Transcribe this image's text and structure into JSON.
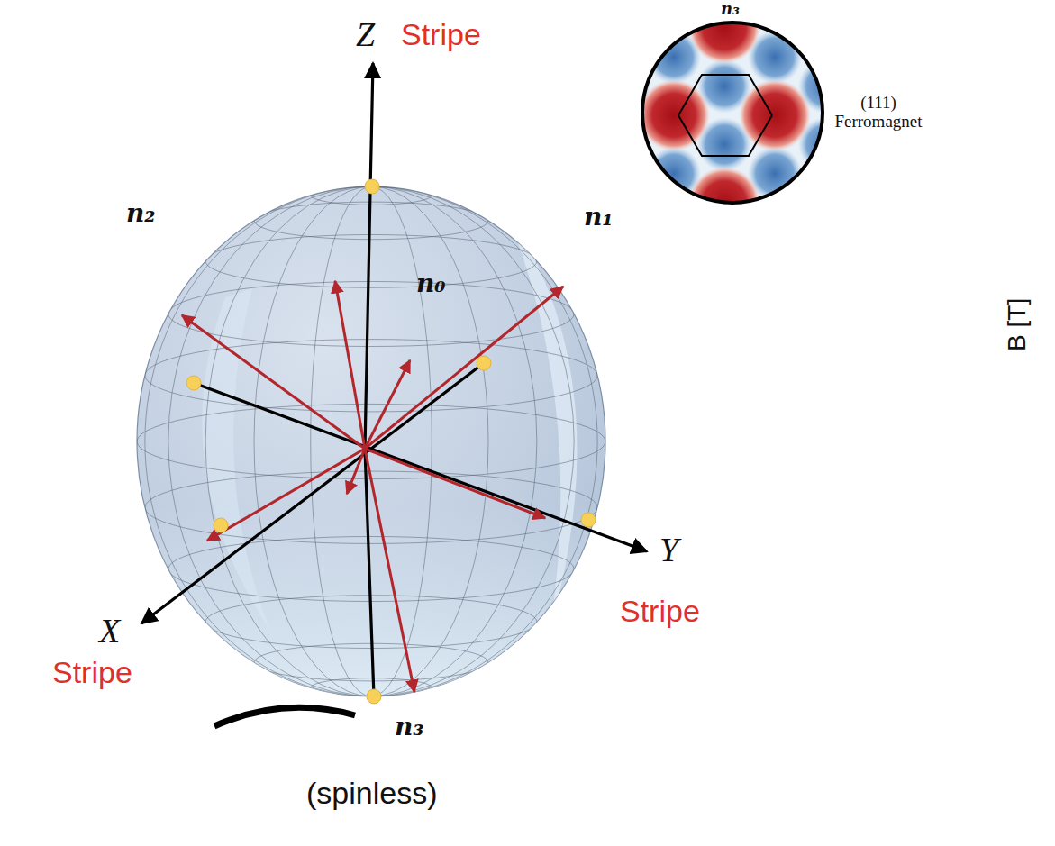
{
  "diagram": {
    "labels": [
      "n₃",
      "Z",
      "Stripe",
      "(111) Ferromagnet",
      "n₂",
      "n₁",
      "n₀",
      "B [T]",
      "Y",
      "X",
      "Stripe",
      "Stripe",
      "n₃",
      "(spinless)"
    ]
  }
}
